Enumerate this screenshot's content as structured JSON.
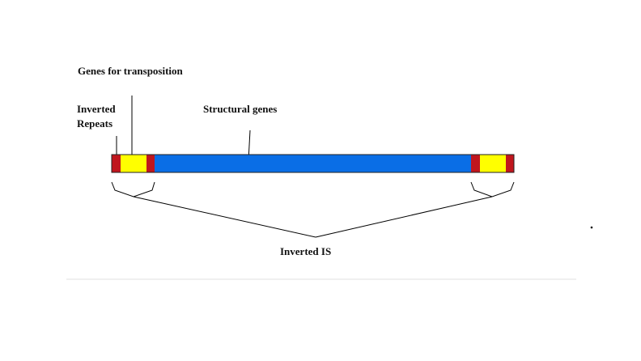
{
  "labels": {
    "transposition_genes": "Genes for transposition",
    "inverted_repeats_line1": "Inverted",
    "inverted_repeats_line2": "Repeats",
    "structural_genes": "Structural genes",
    "inverted_is": "Inverted IS"
  },
  "colors": {
    "inverted_repeat": "#c0161d",
    "transposition_gene": "#ffff00",
    "structural_gene": "#0a6ee6",
    "outline": "#222222",
    "line": "#000000"
  }
}
